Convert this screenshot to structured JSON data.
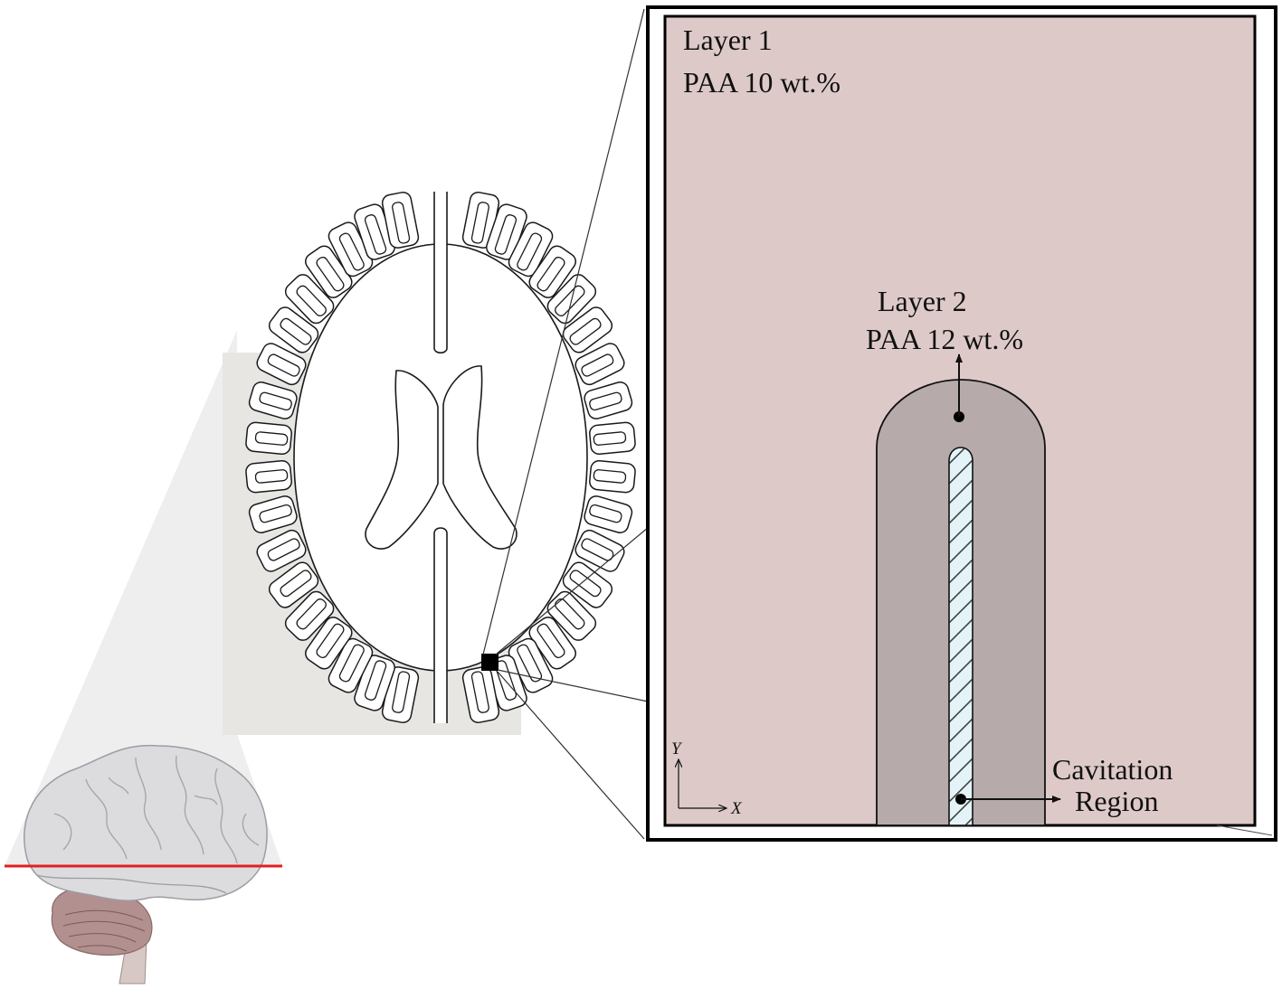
{
  "layer1": {
    "title": "Layer 1",
    "material": "PAA 10 wt.%"
  },
  "layer2": {
    "title": "Layer 2",
    "material": "PAA 12 wt.%"
  },
  "cavitation": {
    "line1": "Cavitation",
    "line2": "Region"
  },
  "axes": {
    "x": "X",
    "y": "Y"
  },
  "colors": {
    "layer1_fill": "#dec9c9",
    "layer2_fill": "#b6aaab",
    "cavitation_fill": "#e3f3f7",
    "cut_line": "#e02020",
    "brain_fill": "#dcdcdf",
    "cerebellum_fill": "#b29090"
  }
}
